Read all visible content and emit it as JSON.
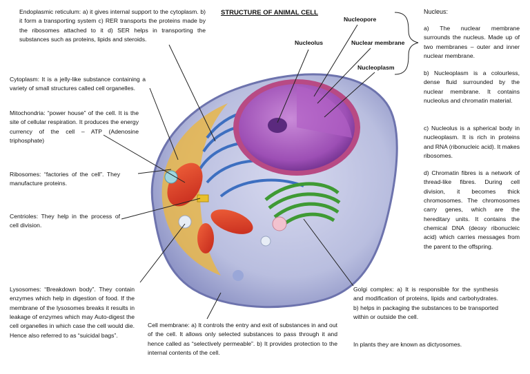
{
  "title": "STRUCTURE OF ANIMAL CELL",
  "labels": {
    "nucleopore": "Nucleopore",
    "nucleolus": "Nucleolus",
    "nuclear_membrane": "Nuclear membrane",
    "nucleoplasm": "Nucleoplasm"
  },
  "nucleus_heading": "Nucleus:",
  "descriptions": {
    "endoplasmic_reticulum": "Endoplasmic reticulum: a) it gives internal support to the cytoplasm. b) it form a transporting system c) RER transports the proteins made by the ribosomes attached to it d) SER helps in transporting the substances such as proteins, lipids and steroids.",
    "cytoplasm": "Cytoplasm: It is a jelly-like substance containing a variety of small structures called cell organelles.",
    "mitochondria": "Mitochondria: “power house” of the cell. It is the site of cellular respiration. It produces the energy currency of the cell – ATP (Adenosine triphosphate)",
    "ribosomes": "Ribosomes: “factories of the cell”. They manufacture proteins.",
    "centrioles": "Centrioles: They help in the process of cell division.",
    "lysosomes": "Lysosomes: “Breakdown body”. They contain enzymes which help in digestion of food. If the membrane of the lysosomes breaks it results in leakage of enzymes which may Auto-digest the cell organelles in which case the cell would die. Hence also referred to as “suicidal bags”.",
    "cell_membrane": "Cell membrane: a) It controls the entry and exit of substances in and out of the cell. It allows only selected substances to pass through it and hence called as “selectively permeable”. b) It provides protection to the internal contents of the cell.",
    "golgi": "Golgi complex: a) It is responsible for the synthesis and modification of proteins, lipids and carbohydrates. b) helps in packaging the substances to be transported within or outside the cell.",
    "golgi_plants": "In plants they are known as dictyosomes.",
    "nucleus_a": "a) The nuclear membrane surrounds the nucleus. Made up of two membranes – outer and inner nuclear membrane.",
    "nucleus_b": "b) Nucleoplasm is a colourless, dense fluid surrounded by the nuclear membrane. It contains nucleolus and chromatin material.",
    "nucleus_c": "c) Nucleolus is a spherical body in nucleoplasm. It is rich in proteins and RNA (ribonucleic acid). It makes ribosomes.",
    "nucleus_d": "d) Chromatin fibres is a network of thread-like fibres. During cell division, it becomes thick chromosomes. The chromosomes carry genes, which are the hereditary units. It contains the chemical DNA (deoxy ribonucleic acid) which carries messages from the parent to the offspring."
  }
}
